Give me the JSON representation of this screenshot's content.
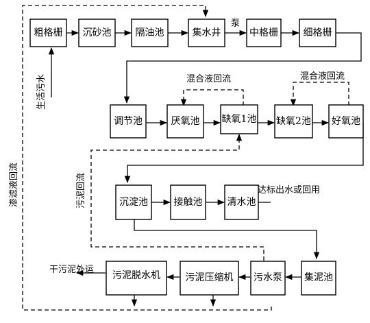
{
  "boxes": {
    "coarse_screen": "粗格栅",
    "grit_chamber": "沉砂池",
    "oil_separator": "隔油池",
    "collection_well": "集水井",
    "medium_screen": "中格栅",
    "fine_screen": "细格栅",
    "equalization_tank": "调节池",
    "anaerobic_tank": "厌氧池",
    "anoxic_tank_1": "缺氧1池",
    "anoxic_tank_2": "缺氧2池",
    "aerobic_tank": "好氧池",
    "sedimentation_tank": "沉淀池",
    "contact_tank": "接触池",
    "clear_water_tank": "清水池",
    "sludge_collection_tank": "集泥池",
    "sewage_pump": "污水泵",
    "sludge_thickener": "污泥压缩机",
    "sludge_dewatering": "污泥脱水机"
  },
  "labels": {
    "pump": "泵",
    "domestic_sewage": "生活污水",
    "leachate_return": "渗滤液回流",
    "mixed_liquor_return_1": "混合液回流",
    "mixed_liquor_return_2": "混合液回流",
    "sludge_return": "污泥回流",
    "effluent": "达标出水或回用",
    "dry_sludge_out": "干污泥外运"
  }
}
